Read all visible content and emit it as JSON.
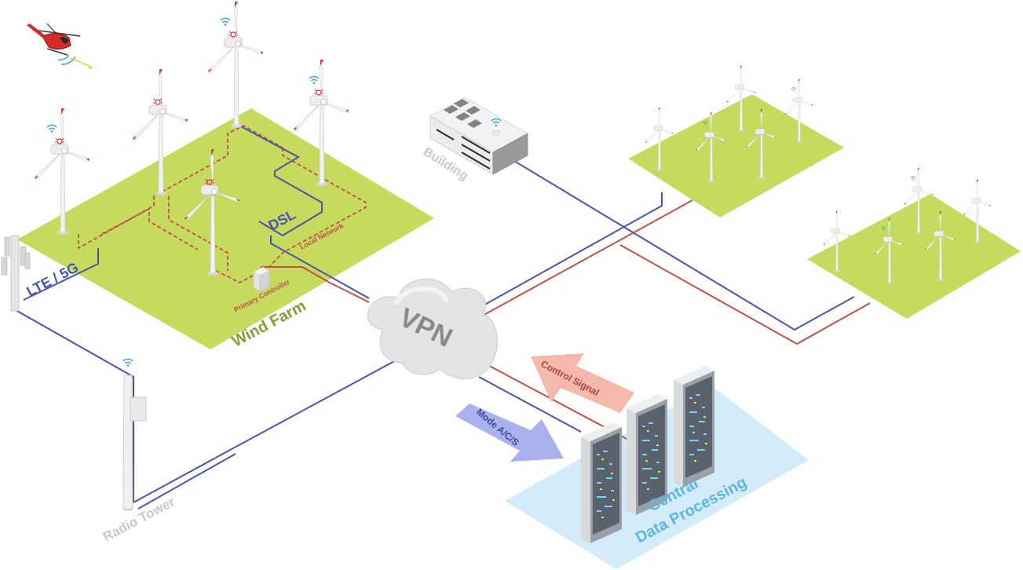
{
  "labels": {
    "wind_farm": "Wind Farm",
    "primary_controller": "Primary Controller",
    "local_network": "Local Network",
    "dsl": "DSL",
    "lte": "LTE / 5G",
    "building": "Building",
    "radio_tower": "Radio Tower",
    "vpn": "VPN",
    "control_signal": "Control Signal",
    "mode": "Mode A/C/S",
    "central_line1": "Central",
    "central_line2": "Data Processing"
  },
  "colors": {
    "grass": "#c6da5e",
    "blue_link": "#4a55a8",
    "red_link": "#c0504a",
    "local_dash": "#c0504a",
    "data_zone": "#d4ecfa",
    "control_arrow": "#f4b8ad",
    "mode_arrow": "#a9b2ee",
    "wind_farm_text": "#8c9a35",
    "label_gray": "#c8c8c8",
    "central_text": "#5ab8e0"
  },
  "icons": [
    "helicopter-icon",
    "wind-turbine-icon",
    "wifi-icon",
    "server-rack-icon",
    "cloud-icon",
    "building-icon",
    "radio-tower-icon",
    "cell-tower-icon",
    "controller-box-icon"
  ]
}
